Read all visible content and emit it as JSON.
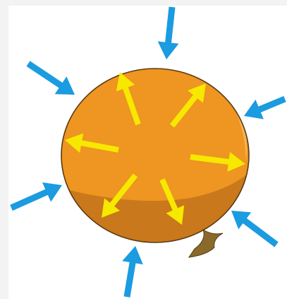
{
  "diagram": {
    "subject": "balloon-pressure",
    "colors": {
      "background": "#ffffff",
      "frame_strip": "#f3f3f3",
      "balloon_fill": "#ee9522",
      "balloon_shade": "#c9781b",
      "balloon_highlight": "#f6b255",
      "balloon_outline": "#5a3a12",
      "knot": "#8a6a2a",
      "external_arrow": "#1b9be0",
      "internal_arrow": "#f7e800"
    },
    "external_arrows": [
      {
        "id": "top",
        "icon": "arrow-inward-icon"
      },
      {
        "id": "top-left",
        "icon": "arrow-inward-icon"
      },
      {
        "id": "top-right",
        "icon": "arrow-inward-icon"
      },
      {
        "id": "left",
        "icon": "arrow-inward-icon"
      },
      {
        "id": "bottom-right",
        "icon": "arrow-inward-icon"
      },
      {
        "id": "bottom",
        "icon": "arrow-inward-icon"
      }
    ],
    "internal_arrows": [
      {
        "id": "up-left",
        "icon": "arrow-outward-icon"
      },
      {
        "id": "up-right",
        "icon": "arrow-outward-icon"
      },
      {
        "id": "left",
        "icon": "arrow-outward-icon"
      },
      {
        "id": "right",
        "icon": "arrow-outward-icon"
      },
      {
        "id": "down-left",
        "icon": "arrow-outward-icon"
      },
      {
        "id": "down-right",
        "icon": "arrow-outward-icon"
      }
    ]
  }
}
